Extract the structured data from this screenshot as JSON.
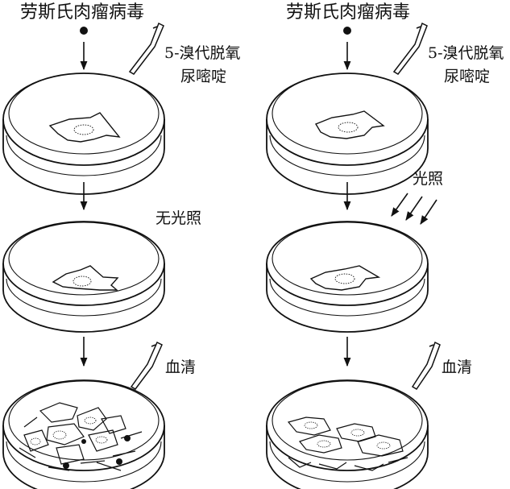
{
  "left_panel": {
    "title": "劳斯氏肉瘤病毒",
    "reagent_line1": "5-溴代脱氧",
    "reagent_line2": "尿嘧啶",
    "condition": "无光照",
    "serum": "血清"
  },
  "right_panel": {
    "title": "劳斯氏肉瘤病毒",
    "reagent_line1": "5-溴代脱氧",
    "reagent_line2": "尿嘧啶",
    "condition": "光照",
    "serum": "血清"
  },
  "colors": {
    "ink": "#111111",
    "background": "#ffffff"
  },
  "icons": [
    "virus-dot-icon",
    "pipette-icon",
    "light-rays-icon",
    "cell-icon",
    "petri-dish-icon"
  ]
}
